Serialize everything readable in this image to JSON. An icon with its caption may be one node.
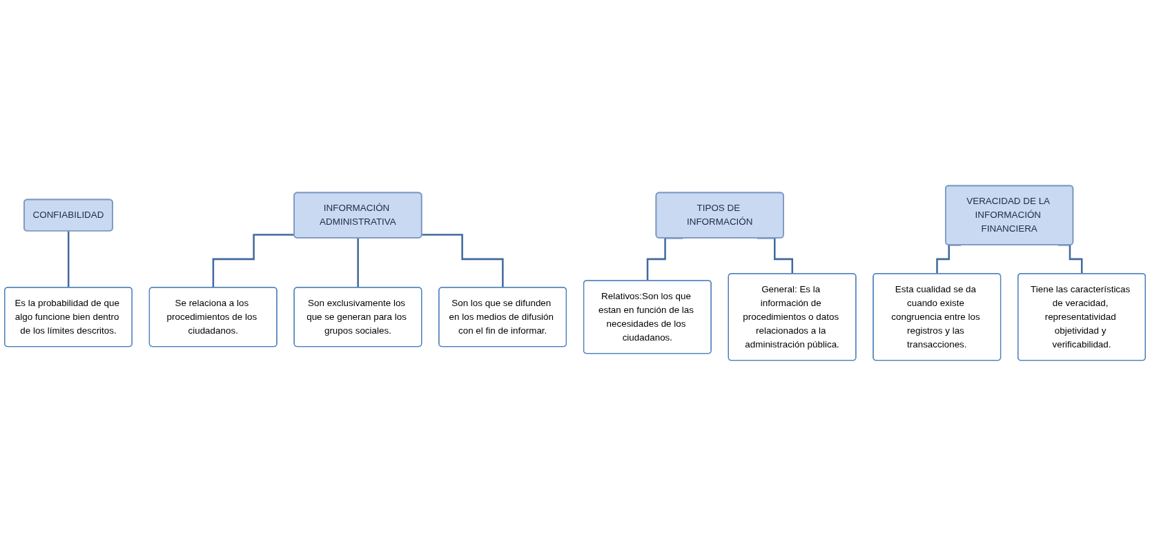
{
  "diagram": {
    "nodes": [
      {
        "text": [
          "CONFIABILIDAD"
        ]
      },
      {
        "text": [
          "Es la probabilidad de que algo funcione bien dentro de los límites descritos."
        ]
      },
      {
        "text": [
          "INFORMACIÓN ADMINISTRATIVA"
        ]
      },
      {
        "text": [
          "Se relaciona a los procedimientos de los ciudadanos."
        ]
      },
      {
        "text": [
          "Son exclusivamente los que se generan para los grupos sociales."
        ]
      },
      {
        "text": [
          "Son los que se difunden en los medios de difusión con el fin de informar."
        ]
      },
      {
        "text": [
          "TIPOS DE INFORMACIÓN"
        ]
      },
      {
        "text": [
          "Relativos:Son los que estan en función de las necesidades de los ciudadanos."
        ]
      },
      {
        "text": [
          "General: Es la información de procedimientos o datos relacionados a la administración pública."
        ]
      },
      {
        "text": [
          "VERACIDAD DE LA INFORMACIÓN FINANCIERA"
        ]
      },
      {
        "text": [
          "Esta cualidad se da cuando existe congruencia entre los registros y las transacciones."
        ]
      },
      {
        "text": [
          "Tiene las características de veracidad, representatividad objetividad y verificabilidad."
        ]
      }
    ],
    "edges": [
      {
        "from": 0,
        "to": 1,
        "arrow": "none"
      },
      {
        "from": 2,
        "to": 3,
        "arrow": "none"
      },
      {
        "from": 2,
        "to": 4,
        "arrow": "none"
      },
      {
        "from": 2,
        "to": 5,
        "arrow": "none"
      },
      {
        "from": 6,
        "to": 7,
        "arrow": "none"
      },
      {
        "from": 6,
        "to": 8,
        "arrow": "none"
      },
      {
        "from": 9,
        "to": 10,
        "arrow": "none"
      },
      {
        "from": 9,
        "to": 11,
        "arrow": "none"
      }
    ]
  }
}
